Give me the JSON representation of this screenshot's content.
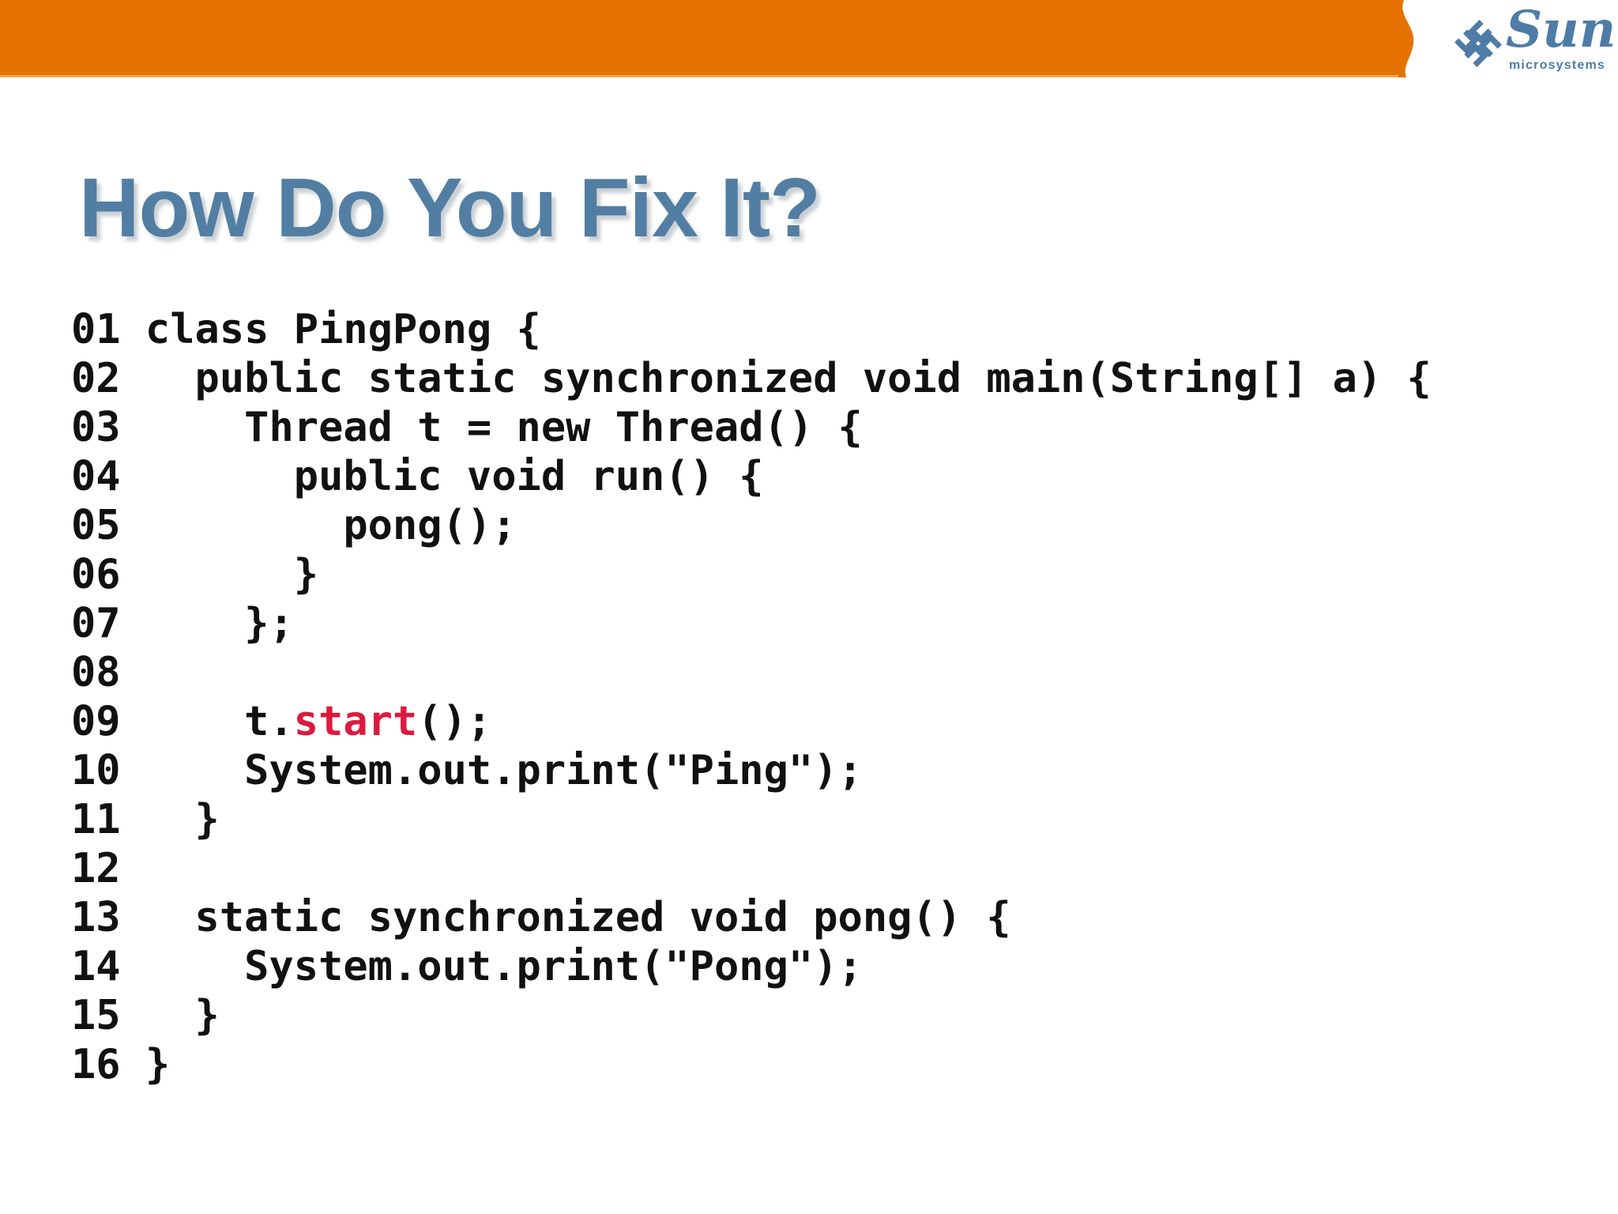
{
  "header": {
    "bar_color": "#E57200",
    "bar_bottom_line_color": "#F8D9A8",
    "logo": {
      "brand": "Sun",
      "subtitle": "microsystems",
      "color": "#4E7CA6"
    }
  },
  "title": {
    "text": "How Do You Fix It?",
    "color": "#527EA3"
  },
  "code": {
    "text_color": "#111111",
    "highlight_color": "#DC1A3F",
    "lines": [
      {
        "num": "01",
        "segments": [
          {
            "text": "class PingPong {"
          }
        ]
      },
      {
        "num": "02",
        "segments": [
          {
            "text": "  public static synchronized void main(String[] a) {"
          }
        ]
      },
      {
        "num": "03",
        "segments": [
          {
            "text": "    Thread t = new Thread() {"
          }
        ]
      },
      {
        "num": "04",
        "segments": [
          {
            "text": "      public void run() {"
          }
        ]
      },
      {
        "num": "05",
        "segments": [
          {
            "text": "        pong();"
          }
        ]
      },
      {
        "num": "06",
        "segments": [
          {
            "text": "      }"
          }
        ]
      },
      {
        "num": "07",
        "segments": [
          {
            "text": "    };"
          }
        ]
      },
      {
        "num": "08",
        "segments": [
          {
            "text": ""
          }
        ]
      },
      {
        "num": "09",
        "segments": [
          {
            "text": "    t."
          },
          {
            "text": "start",
            "highlight": true
          },
          {
            "text": "();"
          }
        ]
      },
      {
        "num": "10",
        "segments": [
          {
            "text": "    System.out.print(\"Ping\");"
          }
        ]
      },
      {
        "num": "11",
        "segments": [
          {
            "text": "  }"
          }
        ]
      },
      {
        "num": "12",
        "segments": [
          {
            "text": ""
          }
        ]
      },
      {
        "num": "13",
        "segments": [
          {
            "text": "  static synchronized void pong() {"
          }
        ]
      },
      {
        "num": "14",
        "segments": [
          {
            "text": "    System.out.print(\"Pong\");"
          }
        ]
      },
      {
        "num": "15",
        "segments": [
          {
            "text": "  }"
          }
        ]
      },
      {
        "num": "16",
        "segments": [
          {
            "text": "}"
          }
        ]
      }
    ]
  }
}
